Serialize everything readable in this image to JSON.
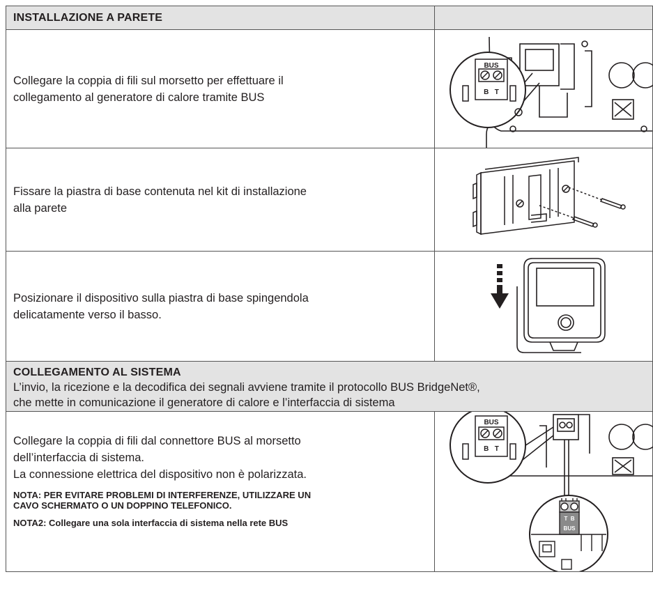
{
  "section1": {
    "title": "INSTALLAZIONE A PARETE",
    "step1": {
      "lines": [
        "Collegare la coppia di fili sul morsetto per effettuare il",
        "collegamento al generatore di calore tramite BUS"
      ],
      "terminal_label": "BUS",
      "terminal_letters": "B   T"
    },
    "step2": {
      "lines": [
        "Fissare la piastra di base contenuta nel kit di installazione",
        "alla parete"
      ]
    },
    "step3": {
      "lines": [
        "Posizionare il dispositivo sulla piastra di base spingendola",
        "delicatamente verso il basso."
      ]
    }
  },
  "section2": {
    "title": "COLLEGAMENTO AL SISTEMA",
    "desc_lines": [
      "L’invio, la ricezione e la decodifica dei segnali avviene tramite il protocollo BUS BridgeNet®,",
      "che mette in comunicazione il generatore di calore e l’interfaccia di sistema"
    ],
    "step4": {
      "lines": [
        "Collegare la coppia di fili dal connettore BUS al morsetto",
        "dell’interfaccia di sistema.",
        "La connessione elettrica del dispositivo non è polarizzata."
      ],
      "note1_lines": [
        "NOTA: PER EVITARE PROBLEMI DI INTERFERENZE, UTILIZZARE UN",
        "CAVO SCHERMATO O UN DOPPINO TELEFONICO."
      ],
      "note2": "NOTA2: Collegare una sola interfaccia di sistema nella rete BUS",
      "terminal_label": "BUS",
      "terminal_letters": "B   T",
      "device_letters": "T  B",
      "device_bus": "BUS"
    }
  }
}
